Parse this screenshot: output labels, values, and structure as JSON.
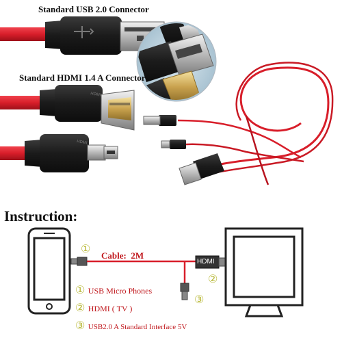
{
  "labels": {
    "usb_connector": "Standard USB 2.0 Connector",
    "hdmi_connector": "Standard HDMI 1.4 A Connector",
    "instruction": "Instruction:",
    "cable": "Cable:",
    "cable_length": "2M",
    "hdmi_plug": "HDMI"
  },
  "legend": [
    {
      "num": "①",
      "text": "USB Micro Phones"
    },
    {
      "num": "②",
      "text": "HDMI ( TV )"
    },
    {
      "num": "③",
      "text": "USB2.0  A Standard Interface 5V"
    }
  ],
  "markers": {
    "one": "①",
    "two": "②",
    "three": "③"
  },
  "colors": {
    "cable_red": "#d81e2a",
    "plug_black": "#1b1b1b",
    "legend_red": "#c0171c",
    "marker_yellow": "#b9b93a"
  }
}
